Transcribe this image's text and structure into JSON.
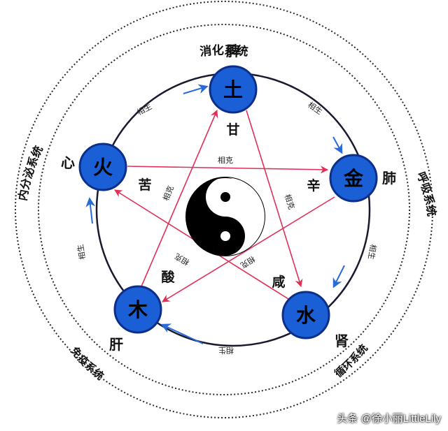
{
  "systems": {
    "digestive": "消化系统",
    "respiratory": "呼吸系统",
    "endocrine": "内分泌系统",
    "circulatory": "循环系统",
    "immune": "免疫系统"
  },
  "elements": {
    "earth": "土",
    "metal": "金",
    "water": "水",
    "wood": "木",
    "fire": "火"
  },
  "organs": {
    "spleen": "脾",
    "lung": "肺",
    "kidney": "肾",
    "liver": "肝",
    "heart": "心"
  },
  "tastes": {
    "sweet": "甘",
    "pungent": "辛",
    "salty": "咸",
    "sour": "酸",
    "bitter": "苦"
  },
  "relations": {
    "generating": "相生",
    "restraining": "相克"
  },
  "watermark": "头条 @徐小丽LittleLily",
  "colors": {
    "node_fill": "#1a5fd6",
    "node_stroke": "#0b2f8a",
    "cycle_line": "#1a1a2e",
    "arrow_head": "#2a6ad8",
    "star_line": "#e0305a",
    "outer_ring": "#2a2a2a"
  }
}
